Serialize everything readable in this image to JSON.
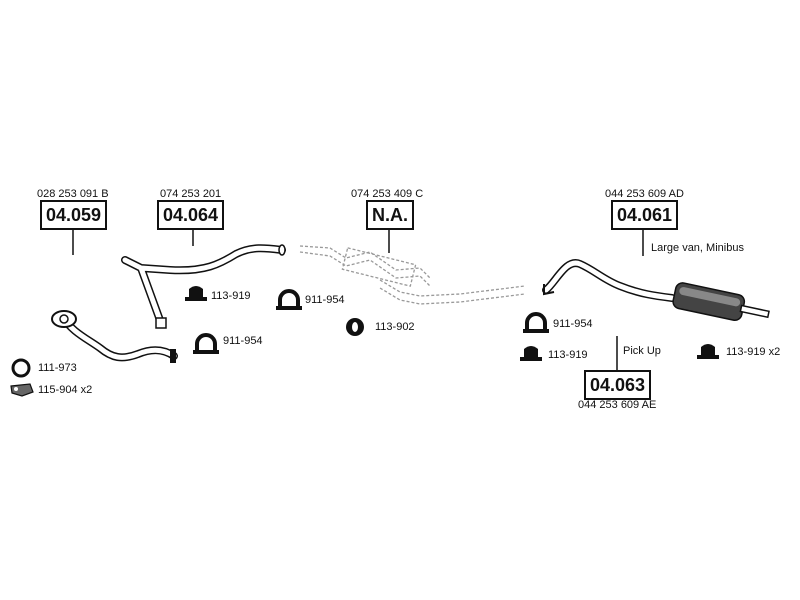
{
  "parts": [
    {
      "oe": "028 253 091 B",
      "code": "04.059"
    },
    {
      "oe": "074 253 201",
      "code": "04.064"
    },
    {
      "oe": "074 253 409 C",
      "code": "N.A."
    },
    {
      "oe": "044 253 609 AD",
      "code": "04.061",
      "note": "Large van, Minibus"
    },
    {
      "oe": "044 253 609 AE",
      "code": "04.063",
      "note": "Pick Up"
    }
  ],
  "accessories": [
    {
      "label": "111-973",
      "icon": "ring-gasket-icon"
    },
    {
      "label": "115-904 x2",
      "icon": "bracket-icon"
    },
    {
      "label": "113-919",
      "icon": "rubber-mount-icon"
    },
    {
      "label": "911-954",
      "icon": "pipe-clamp-icon"
    },
    {
      "label": "911-954",
      "icon": "pipe-clamp-icon"
    },
    {
      "label": "113-902",
      "icon": "rubber-ring-icon"
    },
    {
      "label": "911-954",
      "icon": "pipe-clamp-icon"
    },
    {
      "label": "113-919",
      "icon": "rubber-mount-icon"
    },
    {
      "label": "113-919 x2",
      "icon": "rubber-mount-icon"
    }
  ],
  "colors": {
    "ink": "#111111",
    "pipe_fill": "#ffffff",
    "dashed": "#999999"
  }
}
